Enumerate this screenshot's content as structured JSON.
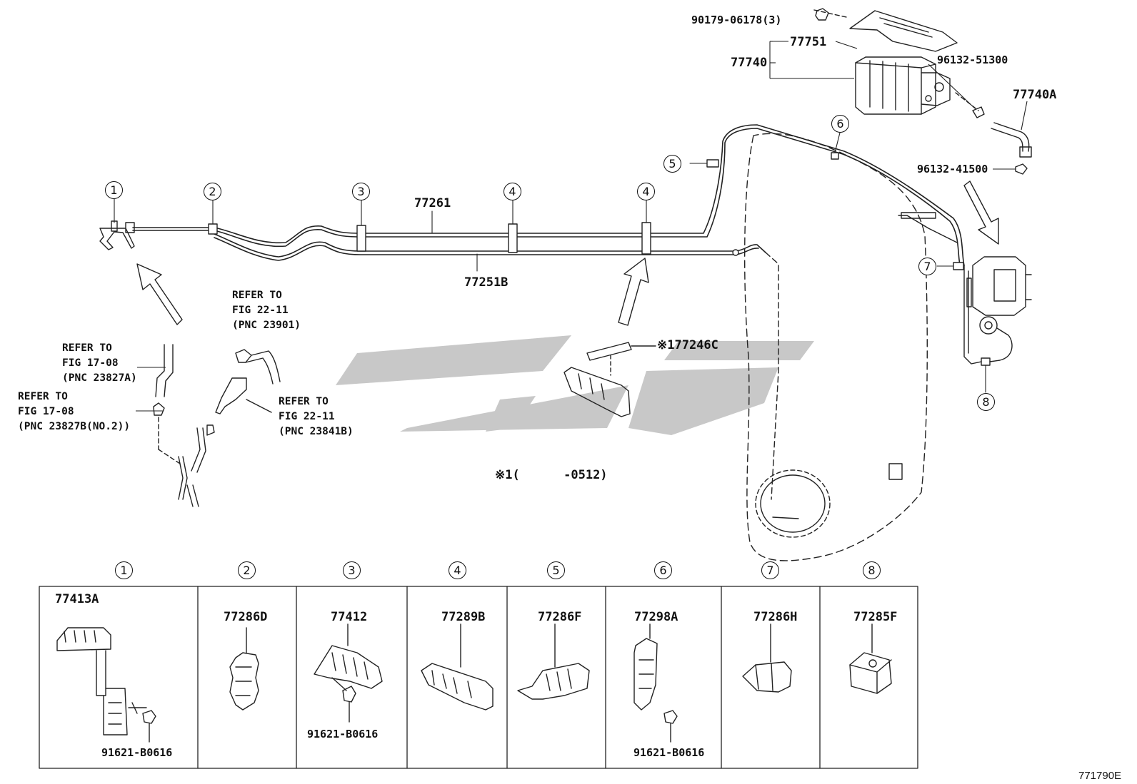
{
  "callouts": {
    "c1": "1",
    "c2": "2",
    "c3": "3",
    "c4a": "4",
    "c4b": "4",
    "c5": "5",
    "c6": "6",
    "c7": "7",
    "c8": "8"
  },
  "parts": {
    "p90179": "90179-06178(3)",
    "p77751": "77751",
    "p77740": "77740",
    "p96132_51300": "96132-51300",
    "p77740A": "77740A",
    "p96132_41500": "96132-41500",
    "p77261": "77261",
    "p77251B": "77251B",
    "p177246C": "※177246C",
    "note_range": "※1(      -0512)"
  },
  "refers": {
    "r1": "REFER TO\nFIG 22-11\n(PNC 23901)",
    "r2": "REFER TO\nFIG 17-08\n(PNC 23827A)",
    "r3": "REFER TO\nFIG 17-08\n(PNC 23827B(NO.2))",
    "r4": "REFER TO\nFIG 22-11\n(PNC 23841B)"
  },
  "table": {
    "headers": [
      "1",
      "2",
      "3",
      "4",
      "5",
      "6",
      "7",
      "8"
    ],
    "cells": [
      {
        "part": "77413A",
        "bolt": "91621-B0616"
      },
      {
        "part": "77286D"
      },
      {
        "part": "77412",
        "bolt": "91621-B0616"
      },
      {
        "part": "77289B"
      },
      {
        "part": "77286F"
      },
      {
        "part": "77298A",
        "bolt": "91621-B0616"
      },
      {
        "part": "77286H"
      },
      {
        "part": "77285F"
      }
    ]
  },
  "figure_code": "771790E"
}
